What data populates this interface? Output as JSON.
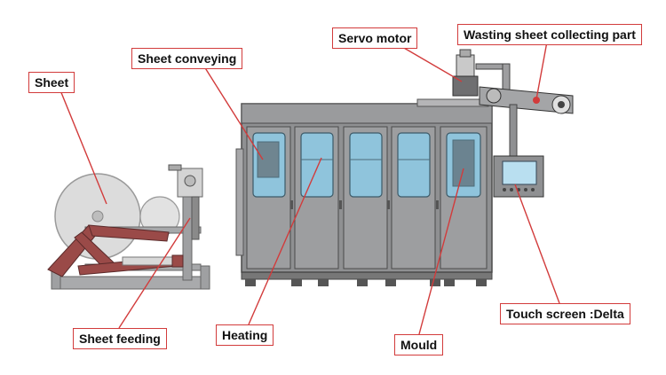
{
  "labels": {
    "sheet": "Sheet",
    "sheet_conveying": "Sheet conveying",
    "servo_motor": "Servo motor",
    "wasting_sheet": "Wasting sheet collecting part",
    "sheet_feeding": "Sheet feeding",
    "heating": "Heating",
    "mould": "Mould",
    "touch_screen": "Touch screen :Delta"
  },
  "colors": {
    "callout": "#d23b3b",
    "frame_gray": "#8f9092",
    "window_blue": "#8fc4dc",
    "stand_red": "#9a4a48"
  }
}
